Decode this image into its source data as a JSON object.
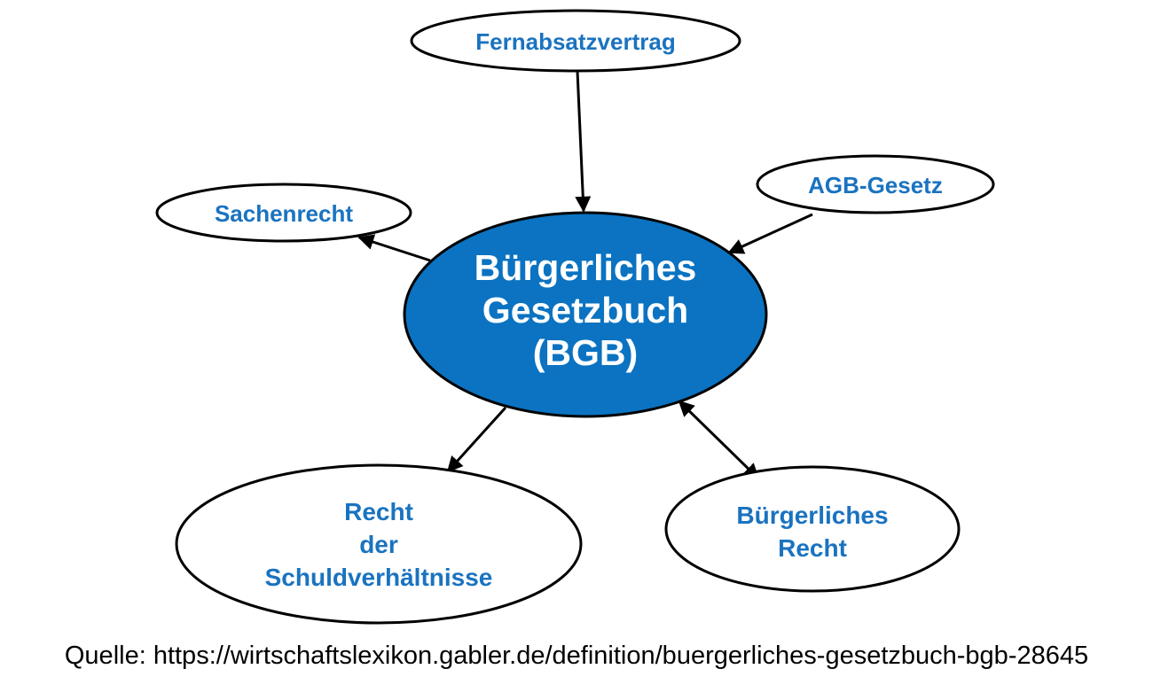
{
  "colors": {
    "center_fill": "#0b73c1",
    "center_text": "#ffffff",
    "node_text": "#1a73c0",
    "stroke": "#000000"
  },
  "nodes": {
    "center": {
      "lines": [
        "Bürgerliches",
        "Gesetzbuch",
        "(BGB)"
      ]
    },
    "fernabsatz": {
      "lines": [
        "Fernabsatzvertrag"
      ]
    },
    "agb": {
      "lines": [
        "AGB-Gesetz"
      ]
    },
    "sachenrecht": {
      "lines": [
        "Sachenrecht"
      ]
    },
    "schuld": {
      "lines": [
        "Recht",
        "der",
        "Schuldverhältnisse"
      ]
    },
    "buergerlich": {
      "lines": [
        "Bürgerliches",
        "Recht"
      ]
    }
  },
  "edges": [
    {
      "from": "fernabsatz",
      "to": "center",
      "direction": "forward"
    },
    {
      "from": "agb",
      "to": "center",
      "direction": "forward"
    },
    {
      "from": "center",
      "to": "sachenrecht",
      "direction": "forward"
    },
    {
      "from": "center",
      "to": "schuld",
      "direction": "forward"
    },
    {
      "from": "center",
      "to": "buergerlich",
      "direction": "both"
    }
  ],
  "caption": {
    "source": "Quelle: https://wirtschaftslexikon.gabler.de/definition/buergerliches-gesetzbuch-bgb-28645"
  }
}
